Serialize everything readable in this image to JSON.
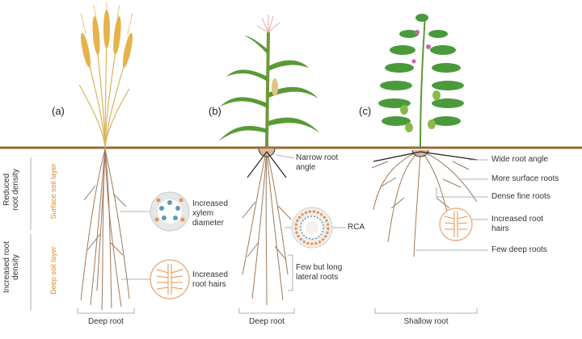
{
  "panels": {
    "a": "(a)",
    "b": "(b)",
    "c": "(c)"
  },
  "left_axis": {
    "reduced": "Reduced\nroot density",
    "increased": "Increased root\ndensity",
    "surface_layer": "Surface  soil layer",
    "deep_layer": "Deep soil layer"
  },
  "labels_a": {
    "xylem": "Increased\nxylem\ndiameter",
    "hairs": "Increased\nroot hairs",
    "bottom": "Deep root"
  },
  "labels_b": {
    "angle": "Narrow root\nangle",
    "rca": "RCA",
    "lateral": "Few but long\nlateral roots",
    "bottom": "Deep root"
  },
  "labels_c": {
    "angle": "Wide root angle",
    "surface_roots": "More surface roots",
    "fine_roots": "Dense fine roots",
    "hairs": "Increased root\nhairs",
    "deep_roots": "Few deep roots",
    "bottom": "Shallow root"
  },
  "colors": {
    "soil_line": "#9a6a32",
    "root": "#a0785a",
    "orange": "#e8924a",
    "wheat": "#e6b24a",
    "leaf": "#5a9a36"
  }
}
